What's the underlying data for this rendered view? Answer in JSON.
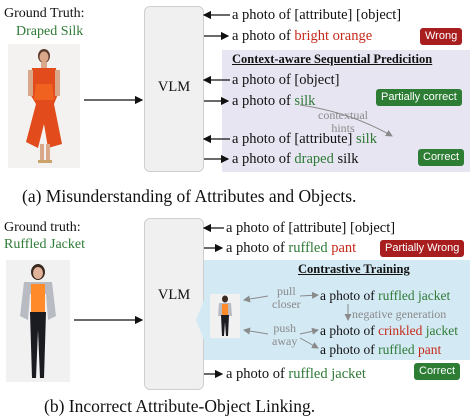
{
  "top": {
    "ground_truth_label": "Ground Truth:",
    "ground_truth_value": "Draped Silk",
    "model_label": "VLM",
    "row1": {
      "prefix": "a photo of [attribute] [object]"
    },
    "row2": {
      "prefix": "a photo of ",
      "attr": "bright orange",
      "badge": "Wrong"
    },
    "panel_title": "Context-aware Sequential Predicition",
    "row3": {
      "text": "a photo of [object]"
    },
    "row4": {
      "prefix": "a photo of ",
      "obj": "silk",
      "badge": "Partially correct"
    },
    "hint_label_1": "contextual",
    "hint_label_2": "hints",
    "row5": {
      "prefix": "a photo of [attribute] ",
      "obj": "silk"
    },
    "row6": {
      "prefix": "a photo of ",
      "attr": "draped",
      "obj": " silk",
      "badge": "Correct"
    },
    "caption": "(a) Misunderstanding of Attributes and Objects."
  },
  "bottom": {
    "ground_truth_label": "Ground truth:",
    "ground_truth_value": "Ruffled Jacket",
    "model_label": "VLM",
    "row1": {
      "prefix": "a photo of [attribute] [object]"
    },
    "row2": {
      "prefix": "a photo of ",
      "attr": "ruffled",
      "obj": " pant",
      "badge": "Partially Wrong"
    },
    "panel_title": "Contrastive Training",
    "pull_1": "pull",
    "pull_2": "closer",
    "push_1": "push",
    "push_2": "away",
    "neg_label": "negative generation",
    "c1": {
      "prefix": "a photo of ",
      "attr": "ruffled",
      "obj": " jacket"
    },
    "c2": {
      "prefix": "a photo of ",
      "attr": "crinkled",
      "obj": " jacket"
    },
    "c3": {
      "prefix": "a photo of ",
      "attr": "ruffled",
      "obj": " pant"
    },
    "row3": {
      "prefix": "a photo of ",
      "attr": "ruffled",
      "obj": " jacket",
      "badge": "Correct"
    },
    "caption": "(b) Incorrect Attribute-Object Linking."
  },
  "colors": {
    "green": "#2f7a37",
    "red": "#c62a1a",
    "panel_top": "#e7e5f1",
    "panel_bottom": "#d3e9f4"
  }
}
